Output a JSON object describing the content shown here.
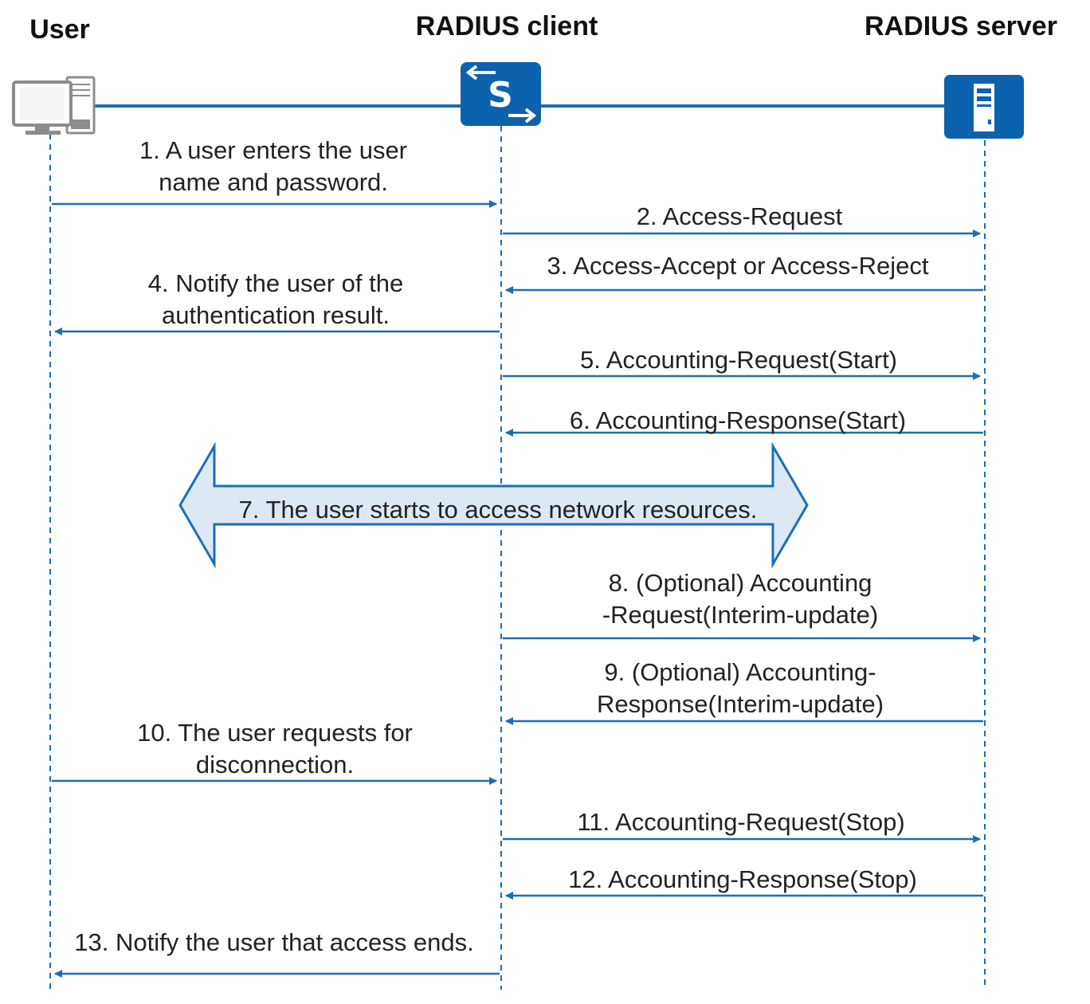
{
  "colors": {
    "line": "#1a6fb4",
    "device": "#0d62ad",
    "device_light": "#ffffff",
    "pc_gray": "#8c8c8c",
    "big_arrow_fill": "#dde8f5",
    "text": "#222222"
  },
  "actors": {
    "user": "User",
    "client": "RADIUS client",
    "server": "RADIUS server"
  },
  "icons": {
    "user": "computer-icon",
    "client": "switch-icon",
    "server": "server-icon"
  },
  "messages": [
    {
      "id": "m1",
      "from": "user",
      "to": "client",
      "lines": [
        "1. A user enters the user",
        "name and password."
      ]
    },
    {
      "id": "m2",
      "from": "client",
      "to": "server",
      "lines": [
        "2. Access-Request"
      ]
    },
    {
      "id": "m3",
      "from": "server",
      "to": "client",
      "lines": [
        "3. Access-Accept or Access-Reject"
      ]
    },
    {
      "id": "m4",
      "from": "client",
      "to": "user",
      "lines": [
        "4. Notify the user of the",
        "authentication result."
      ]
    },
    {
      "id": "m5",
      "from": "client",
      "to": "server",
      "lines": [
        "5. Accounting-Request(Start)"
      ]
    },
    {
      "id": "m6",
      "from": "server",
      "to": "client",
      "lines": [
        "6. Accounting-Response(Start)"
      ]
    },
    {
      "id": "m8",
      "from": "client",
      "to": "server",
      "lines": [
        "8. (Optional) Accounting",
        "-Request(Interim-update)"
      ]
    },
    {
      "id": "m9",
      "from": "server",
      "to": "client",
      "lines": [
        "9. (Optional) Accounting-",
        "Response(Interim-update)"
      ]
    },
    {
      "id": "m10",
      "from": "user",
      "to": "client",
      "lines": [
        "10. The user requests for",
        "disconnection."
      ]
    },
    {
      "id": "m11",
      "from": "client",
      "to": "server",
      "lines": [
        "11. Accounting-Request(Stop)"
      ]
    },
    {
      "id": "m12",
      "from": "server",
      "to": "client",
      "lines": [
        "12. Accounting-Response(Stop)"
      ]
    },
    {
      "id": "m13",
      "from": "client",
      "to": "user",
      "lines": [
        "13. Notify the user that access ends."
      ]
    }
  ],
  "access_phase": {
    "label": "7. The user starts to access network resources."
  }
}
